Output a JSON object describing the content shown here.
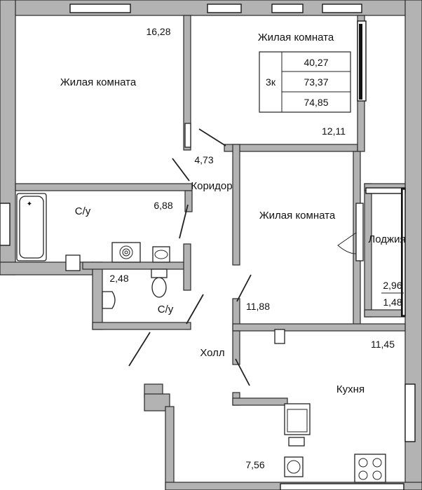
{
  "plan": {
    "summary": {
      "room_count": "3к",
      "living_area": "40,27",
      "total_area": "73,37",
      "area_with_loggia": "74,85"
    },
    "rooms": [
      {
        "label": "Жилая комната",
        "area": "16,28"
      },
      {
        "label": "Жилая комната",
        "area": "12,11"
      },
      {
        "label": "Коридор",
        "area": "4,73"
      },
      {
        "label": "С/у",
        "area": "6,88"
      },
      {
        "label": "С/у",
        "area": "2,48"
      },
      {
        "label": "Жилая комната",
        "area": "11,88"
      },
      {
        "label": "Лоджия",
        "area": "2,96",
        "reduced_area": "1,48"
      },
      {
        "label": "Холл",
        "area": "7,56"
      },
      {
        "label": "Кухня",
        "area": "11,45"
      }
    ]
  }
}
